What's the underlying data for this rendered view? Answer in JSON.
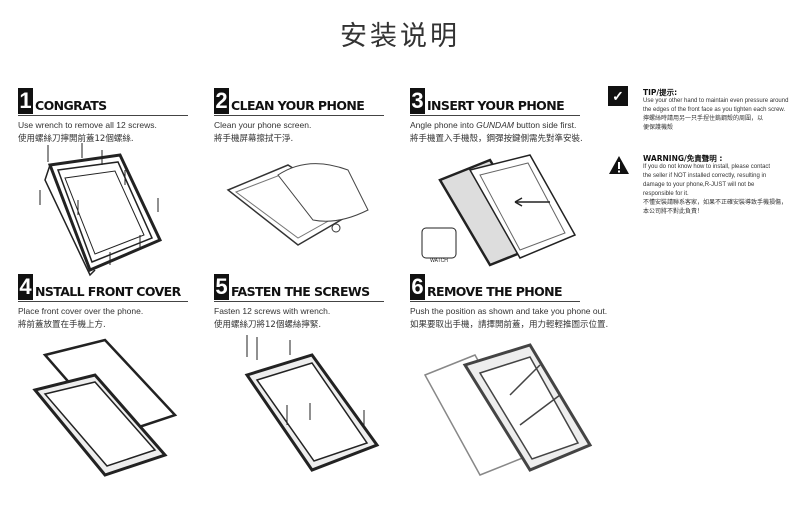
{
  "title": "安装说明",
  "steps": [
    {
      "num": "1",
      "title": "CONGRATS",
      "en": "Use wrench to remove all 12 screws.",
      "zh": "使用螺絲刀擰開前蓋12個螺絲."
    },
    {
      "num": "2",
      "title": "CLEAN YOUR PHONE",
      "en": "Clean your phone screen.",
      "zh": "將手機屏幕擦拭干淨."
    },
    {
      "num": "3",
      "title": "INSERT YOUR PHONE",
      "en_pre": "Angle phone into ",
      "en_em": "GUNDAM",
      "en_post": " button side first.",
      "zh": "將手機置入手機殼，",
      "zh_em": "鋼彈",
      "zh_post": "按鍵側需先對準安裝."
    },
    {
      "num": "4",
      "title": "NSTALL FRONT COVER",
      "en": "Place front cover over the phone.",
      "zh": "將前蓋放置在手機上方."
    },
    {
      "num": "5",
      "title": "FASTEN THE SCREWS",
      "en": "Fasten 12 screws with wrench.",
      "zh": "使用螺絲刀將12個螺絲擰緊."
    },
    {
      "num": "6",
      "title": "REMOVE THE PHONE",
      "en": "Push the position as shown and take you phone out.",
      "zh": "如果要取出手機，請擇開前蓋，用力輕輕推圖示位置."
    }
  ],
  "tip": {
    "label": "TIP/提示:",
    "lines": [
      "Use your other hand to maintain even pressure around",
      "the edges of the front face as you tighten each screw.",
      "擰螺絲時請用另一只手捏住鎢鋼殼的周圍，以",
      "便保護機殼"
    ]
  },
  "warning": {
    "label": "WARNING/免責聲明 :",
    "lines": [
      "If you do not know how to install, please contact",
      "the seller if NOT installed correctly, resulting in",
      "damage to your phone,R-JUST will not be",
      "responsible for it.",
      "不懂安裝請聯系客家，如果不正確安裝導致手機損傷，",
      "本公司將不對此負責！"
    ]
  },
  "watch_label": "WATCH"
}
